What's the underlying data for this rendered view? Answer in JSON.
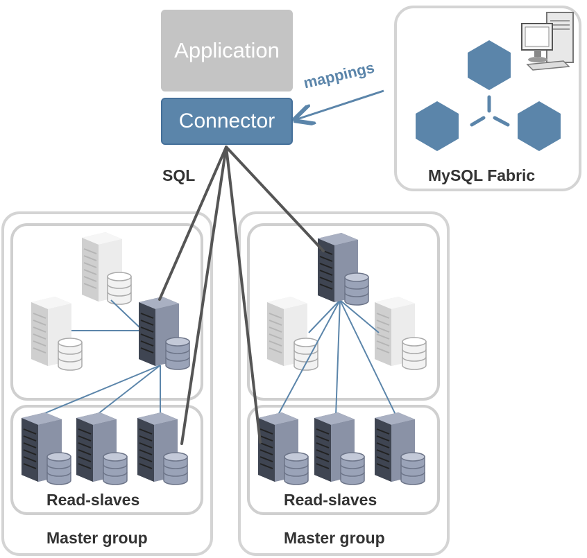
{
  "application": {
    "label": "Application"
  },
  "connector": {
    "label": "Connector"
  },
  "sql_label": "SQL",
  "mappings_label": "mappings",
  "fabric": {
    "label": "MySQL Fabric"
  },
  "groups": [
    {
      "name": "Master group",
      "slaves_label": "Read-slaves"
    },
    {
      "name": "Master group",
      "slaves_label": "Read-slaves"
    }
  ],
  "colors": {
    "server_dark": "#7a8296",
    "server_light": "#f0f0f0",
    "accent": "#5b85aa",
    "line_dark": "#555555"
  }
}
